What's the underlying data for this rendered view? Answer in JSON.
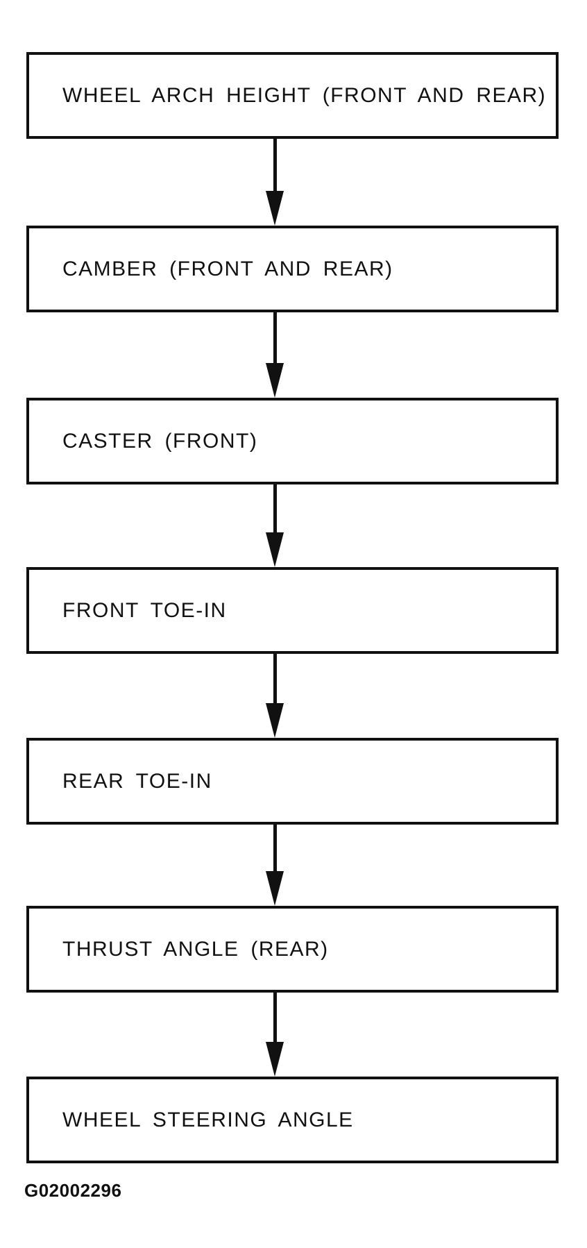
{
  "diagram": {
    "type": "flowchart",
    "direction": "top-down",
    "steps": [
      {
        "label": "WHEEL ARCH HEIGHT (FRONT AND REAR)"
      },
      {
        "label": "CAMBER (FRONT AND REAR)"
      },
      {
        "label": "CASTER (FRONT)"
      },
      {
        "label": "FRONT TOE-IN"
      },
      {
        "label": "REAR TOE-IN"
      },
      {
        "label": "THRUST ANGLE (REAR)"
      },
      {
        "label": "WHEEL STEERING ANGLE"
      }
    ],
    "figure_id": "G02002296",
    "colors": {
      "ink": "#111111",
      "background": "#ffffff"
    }
  }
}
